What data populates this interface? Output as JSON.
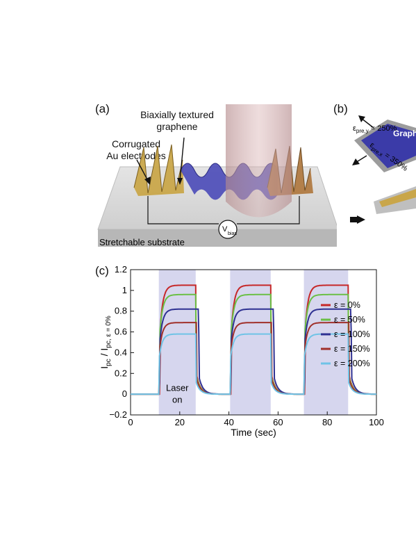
{
  "panel_a": {
    "label": "(a)",
    "annotation_graphene": "Biaxially textured\ngraphene",
    "annotation_electrodes": "Corrugated\nAu electrodes",
    "substrate_label": "Stretchable substrate",
    "vbias_main": "V",
    "vbias_sub": "bias"
  },
  "panel_b": {
    "label": "(b)",
    "strain_y_label": "ε",
    "strain_y_sub": "pre,y",
    "strain_y_value": " = 250%",
    "strain_x_label": "ε",
    "strain_x_sub": "pre,x",
    "strain_x_value": " = 350%",
    "material_label": "Graphe"
  },
  "panel_c": {
    "label": "(c)",
    "laser_label_line1": "Laser",
    "laser_label_line2": "on"
  },
  "chart_data": {
    "type": "line",
    "xlabel": "Time (sec)",
    "ylabel_main": "I",
    "ylabel_sub1": "pc",
    "ylabel_mid": " / I",
    "ylabel_sub2": "pc, ε = 0%",
    "xlim": [
      0,
      100
    ],
    "ylim": [
      -0.2,
      1.2
    ],
    "xticks": [
      0,
      20,
      40,
      60,
      80,
      100
    ],
    "yticks": [
      -0.2,
      0,
      0.2,
      0.4,
      0.6,
      0.8,
      1.0,
      1.2
    ],
    "ytick_labels": [
      "−0.2",
      "0",
      "0.2",
      "0.4",
      "0.6",
      "0.8",
      "1",
      "1.2"
    ],
    "laser_on_intervals": [
      [
        11.5,
        26.5
      ],
      [
        40.5,
        57
      ],
      [
        70.5,
        88.5
      ]
    ],
    "legend_position": "right",
    "series": [
      {
        "name": "ε = 0%",
        "color": "#c62828",
        "plateau": 1.05,
        "rise_delay": 0.4,
        "fall_offset": 0.0
      },
      {
        "name": "ε = 50%",
        "color": "#6abf45",
        "plateau": 0.96,
        "rise_delay": 0.2,
        "fall_offset": 0.0
      },
      {
        "name": "ε = 100%",
        "color": "#2e3192",
        "plateau": 0.82,
        "rise_delay": 0.2,
        "fall_offset": 1.2
      },
      {
        "name": "ε = 150%",
        "color": "#a0302a",
        "plateau": 0.69,
        "rise_delay": 0.1,
        "fall_offset": 0.3
      },
      {
        "name": "ε = 200%",
        "color": "#6fc3e6",
        "plateau": 0.58,
        "rise_delay": 0.0,
        "fall_offset": 0.0
      }
    ]
  }
}
